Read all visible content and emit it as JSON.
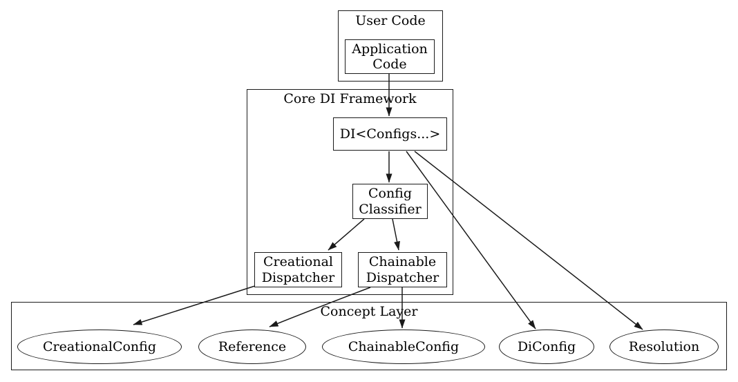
{
  "colors": {
    "background": "#ffffff",
    "stroke": "#1a1a1a",
    "text": "#000000"
  },
  "clusters": {
    "user_code": {
      "label": "User Code"
    },
    "core_di": {
      "label": "Core DI Framework"
    },
    "concept_layer": {
      "label": "Concept Layer"
    }
  },
  "nodes": {
    "application_code": {
      "label": "Application Code",
      "shape": "box"
    },
    "di": {
      "label": "DI<Configs...>",
      "shape": "box"
    },
    "config_classifier": {
      "label": "Config Classifier",
      "shape": "box"
    },
    "creational_dispatcher": {
      "label": "Creational Dispatcher",
      "shape": "box"
    },
    "chainable_dispatcher": {
      "label": "Chainable Dispatcher",
      "shape": "box"
    },
    "creational_config": {
      "label": "CreationalConfig",
      "shape": "ellipse"
    },
    "reference": {
      "label": "Reference",
      "shape": "ellipse"
    },
    "chainable_config": {
      "label": "ChainableConfig",
      "shape": "ellipse"
    },
    "di_config": {
      "label": "DiConfig",
      "shape": "ellipse"
    },
    "resolution": {
      "label": "Resolution",
      "shape": "ellipse"
    }
  },
  "edges": [
    {
      "from": "application_code",
      "to": "di"
    },
    {
      "from": "di",
      "to": "config_classifier"
    },
    {
      "from": "di",
      "to": "di_config"
    },
    {
      "from": "di",
      "to": "resolution"
    },
    {
      "from": "config_classifier",
      "to": "creational_dispatcher"
    },
    {
      "from": "config_classifier",
      "to": "chainable_dispatcher"
    },
    {
      "from": "creational_dispatcher",
      "to": "creational_config"
    },
    {
      "from": "chainable_dispatcher",
      "to": "reference"
    },
    {
      "from": "chainable_dispatcher",
      "to": "chainable_config"
    }
  ]
}
